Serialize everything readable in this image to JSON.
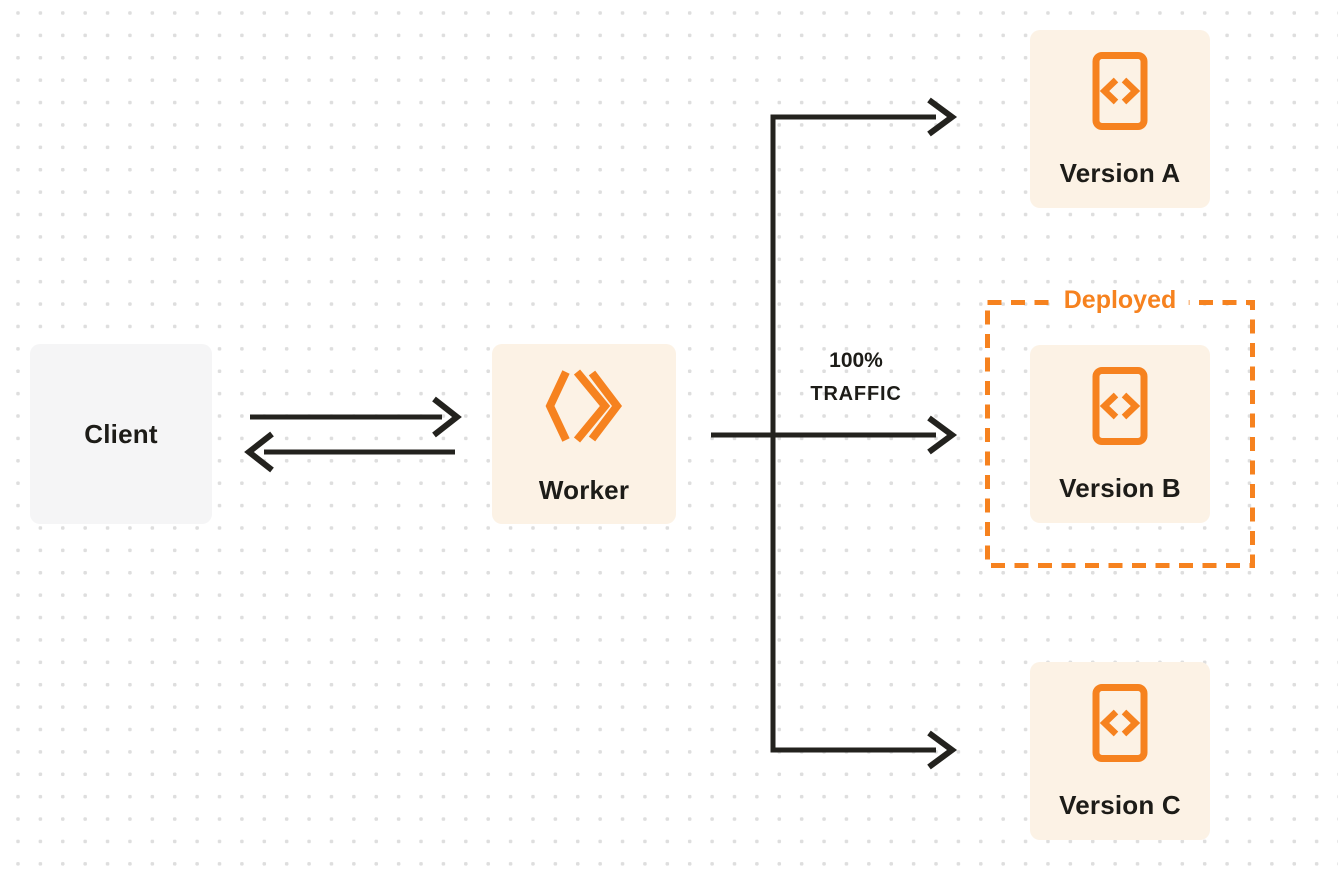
{
  "colors": {
    "orange": "#f6821f",
    "cream": "#fcf2e5",
    "client_bg": "#f5f5f6",
    "line": "#23221e",
    "ink": "#1d1c18",
    "dot": "#dedede",
    "page_bg": "#ffffff"
  },
  "nodes": {
    "client": {
      "label": "Client"
    },
    "worker": {
      "label": "Worker",
      "icon": "cloudflare-workers-icon"
    },
    "version_a": {
      "label": "Version A",
      "icon": "code-file-icon"
    },
    "version_b": {
      "label": "Version B",
      "icon": "code-file-icon"
    },
    "version_c": {
      "label": "Version C",
      "icon": "code-file-icon"
    }
  },
  "deployed": {
    "label": "Deployed"
  },
  "traffic": {
    "line1": "100%",
    "line2": "TRAFFIC"
  },
  "connections": {
    "client_worker": "bidirectional",
    "worker_version_a": "arrow",
    "worker_version_b": "arrow (100% TRAFFIC)",
    "worker_version_c": "arrow"
  }
}
